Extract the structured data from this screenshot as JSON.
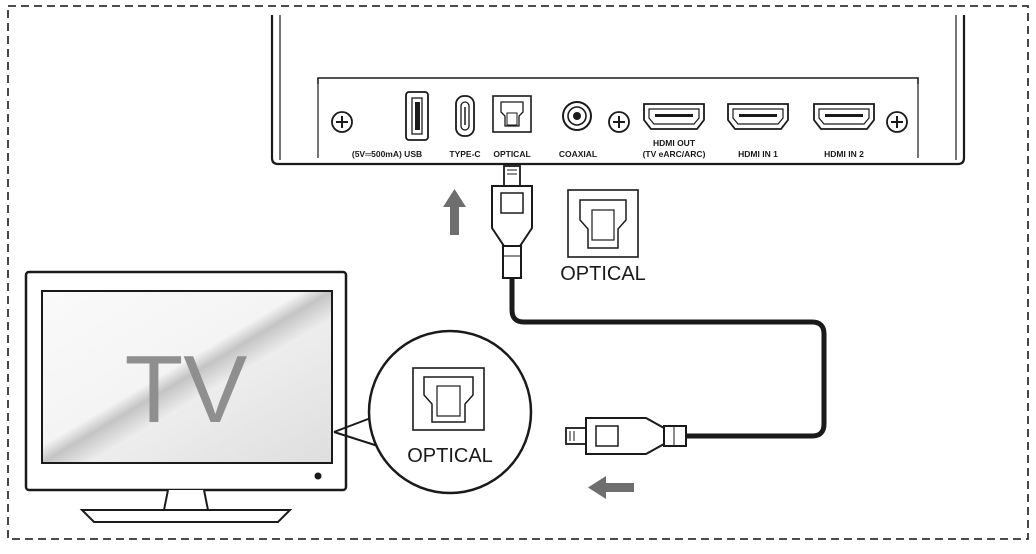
{
  "soundbar": {
    "ports": {
      "usb_label": "(5V═500mA) USB",
      "typec_label": "TYPE-C",
      "optical_label": "OPTICAL",
      "coaxial_label": "COAXIAL",
      "hdmi_out_line1": "HDMI OUT",
      "hdmi_out_line2": "(TV eARC/ARC)",
      "hdmi_in1_label": "HDMI IN 1",
      "hdmi_in2_label": "HDMI IN 2"
    }
  },
  "callout_soundbar": {
    "label": "OPTICAL"
  },
  "tv": {
    "screen_text": "TV",
    "callout_label": "OPTICAL"
  },
  "colors": {
    "line": "#1a1a1a",
    "arrow": "#6e6e6e",
    "tv_text": "#8f8f8f",
    "screen_light": "#f2f2f2",
    "screen_shade": "#b8b8b8"
  }
}
